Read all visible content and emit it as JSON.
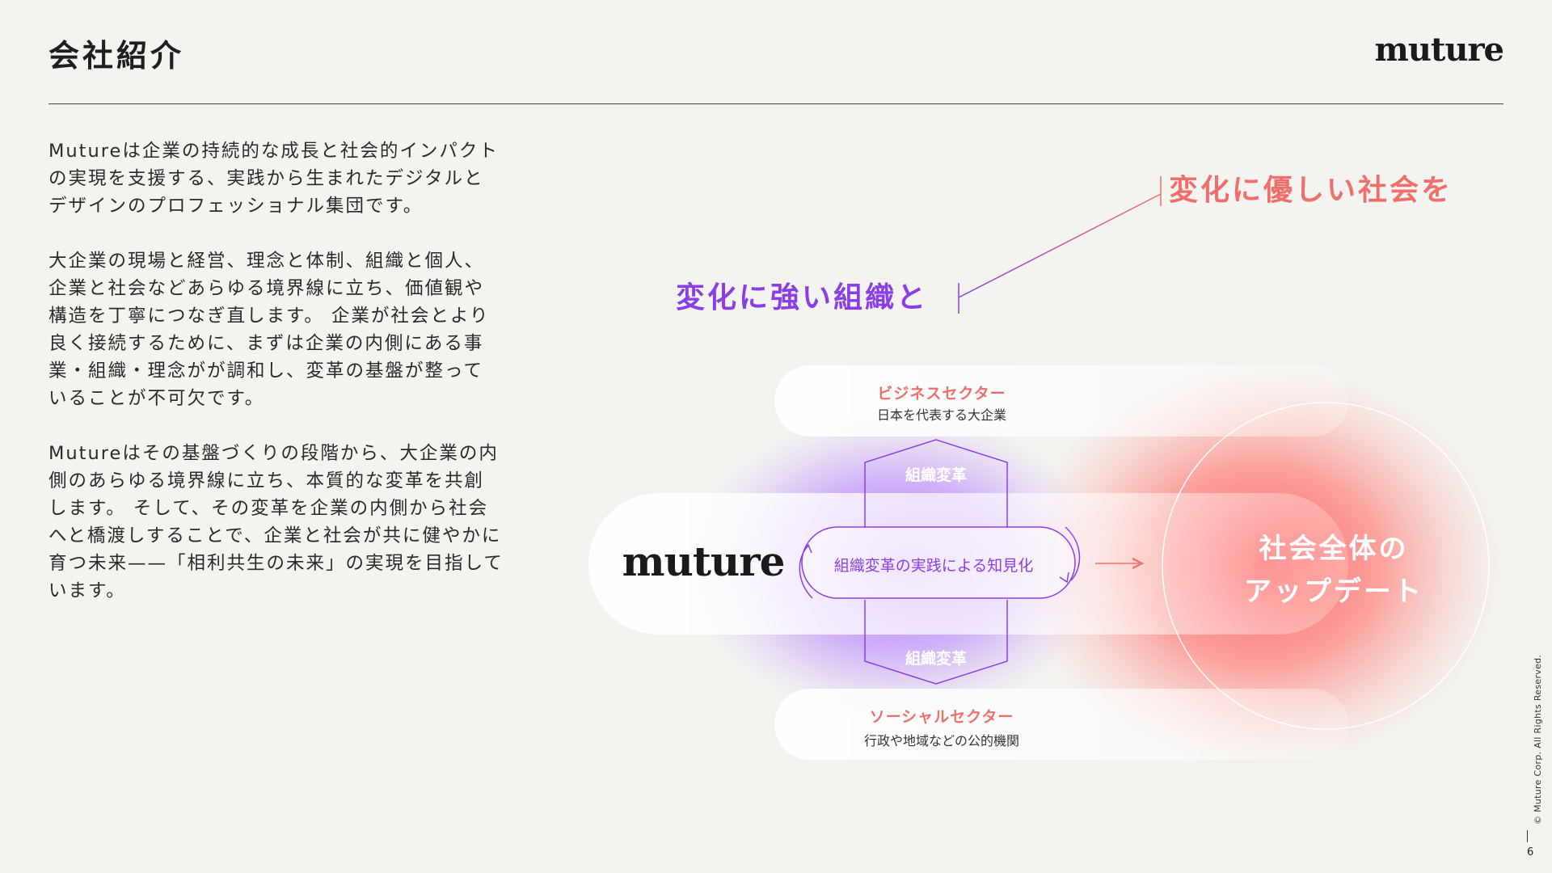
{
  "header": {
    "title": "会社紹介",
    "logo_text": "muture"
  },
  "body": {
    "paragraphs": [
      "Mutureは企業の持続的な成長と社会的インパクト\nの実現を支援する、実践から生まれたデジタルと\nデザインのプロフェッショナル集団です。",
      "大企業の現場と経営、理念と体制、組織と個人、\n企業と社会などあらゆる境界線に立ち、価値観や\n構造を丁寧につなぎ直します。 企業が社会とより\n良く接続するために、まずは企業の内側にある事\n業・組織・理念がが調和し、変革の基盤が整って\nいることが不可欠です。",
      "Mutureはその基盤づくりの段階から、大企業の内\n側のあらゆる境界線に立ち、本質的な変革を共創\nします。 そして、その変革を企業の内側から社会\nへと橋渡しすることで、企業と社会が共に健やかに\n育つ未来——「相利共生の未来」の実現を目指して\nいます。"
    ]
  },
  "diagram": {
    "headline_right": "変化に優しい社会を",
    "headline_left": "変化に強い組織と",
    "business_sector": {
      "title": "ビジネスセクター",
      "subtitle": "日本を代表する大企業"
    },
    "social_sector": {
      "title": "ソーシャルセクター",
      "subtitle": "行政や地域などの公的機関"
    },
    "transform_top": "組織変革",
    "transform_bottom": "組織変革",
    "center_label": "組織変革の実践による知見化",
    "center_logo": "muture",
    "society_update": [
      "社会全体の",
      "アップデート"
    ],
    "colors": {
      "purple": "#8a3fe6",
      "coral": "#ef6f6c",
      "purple_soft": "#a86ef7"
    }
  },
  "footer": {
    "copyright": "© Muture Corp. All Rights Reserved.",
    "page_number": "6"
  }
}
